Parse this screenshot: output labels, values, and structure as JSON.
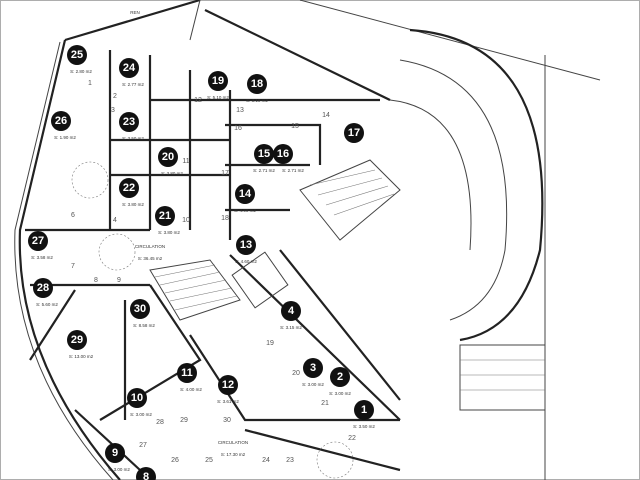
{
  "plan": {
    "top_label": "REN",
    "rooms": [
      {
        "number": "1",
        "area": "S: 3.50 m2"
      },
      {
        "number": "2",
        "area": "S: 3.00 m2"
      },
      {
        "number": "3",
        "area": "S: 3.00 m2"
      },
      {
        "number": "4",
        "area": "S: 3.15 m2"
      },
      {
        "number": "8",
        "area": ""
      },
      {
        "number": "9",
        "area": "S: 3.00 m2"
      },
      {
        "number": "10",
        "area": "S: 3.00 m2"
      },
      {
        "number": "11",
        "area": "S: 4.00 m2"
      },
      {
        "number": "12",
        "area": "S: 3.61 m2"
      },
      {
        "number": "13",
        "area": "S: 4.60 m2"
      },
      {
        "number": "14",
        "area": "S: 4.90 m2"
      },
      {
        "number": "15",
        "area": "S: 2.71 m2"
      },
      {
        "number": "16",
        "area": "S: 2.71 m2"
      },
      {
        "number": "17",
        "area": ""
      },
      {
        "number": "18",
        "area": "S: 3.18 m2"
      },
      {
        "number": "19",
        "area": "S: 5.10 m2"
      },
      {
        "number": "20",
        "area": "S: 3.80 m2"
      },
      {
        "number": "21",
        "area": "S: 3.80 m2"
      },
      {
        "number": "22",
        "area": "S: 3.80 m2"
      },
      {
        "number": "23",
        "area": "S: 3.50 m2"
      },
      {
        "number": "24",
        "area": "S: 2.77 m2"
      },
      {
        "number": "25",
        "area": "S: 2.80 m2"
      },
      {
        "number": "26",
        "area": "S: 1.90 m2"
      },
      {
        "number": "27",
        "area": "S: 3.58 m2"
      },
      {
        "number": "28",
        "area": "S: 5.60 m2"
      },
      {
        "number": "29",
        "area": "S: 13.00 m2"
      },
      {
        "number": "30",
        "area": "S: 8.58 m2"
      }
    ],
    "circulations": [
      {
        "title": "CIRCULATION",
        "area": "S: 36.45 m2"
      },
      {
        "title": "CIRCULATION",
        "area": "S: 17.30 m2"
      }
    ],
    "doors": [
      "1",
      "2",
      "3",
      "4",
      "6",
      "7",
      "8",
      "9",
      "10",
      "11",
      "12",
      "13",
      "14",
      "15",
      "16",
      "17",
      "18",
      "19",
      "20",
      "21",
      "22",
      "23",
      "24",
      "25",
      "26",
      "27",
      "28",
      "29",
      "30"
    ]
  }
}
